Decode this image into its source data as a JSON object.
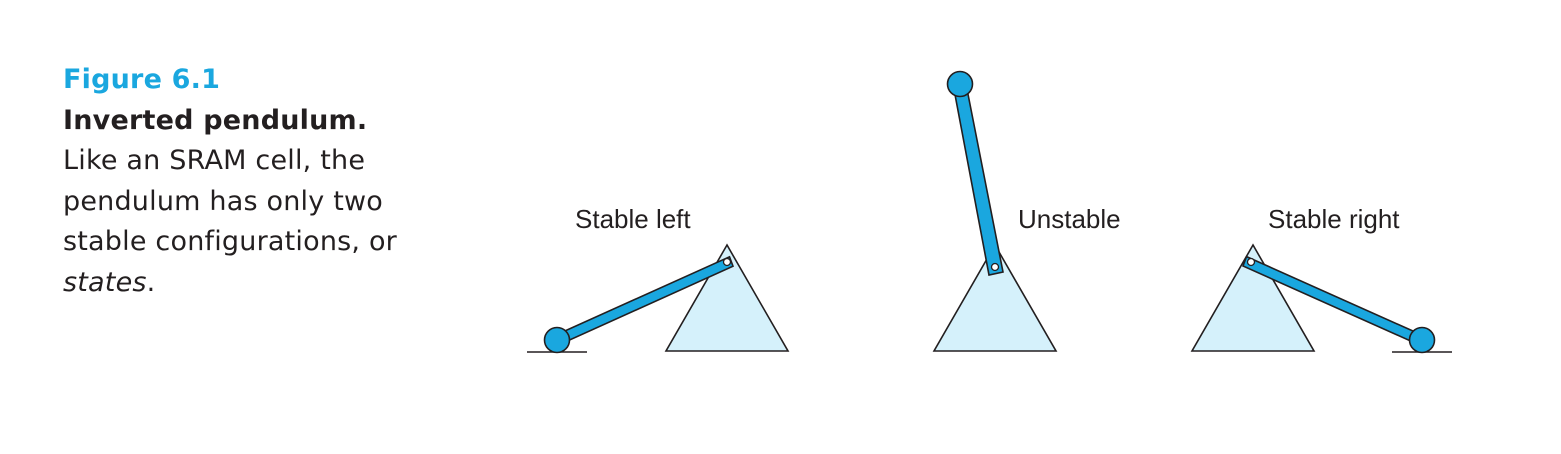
{
  "caption": {
    "figure_number": "Figure 6.1",
    "title": "Inverted pendulum.",
    "body": "Like an SRAM cell, the pendulum has only two stable configurations, or ",
    "italic_word": "states",
    "trailing": "."
  },
  "diagram": {
    "states": [
      {
        "label": "Stable left"
      },
      {
        "label": "Unstable"
      },
      {
        "label": "Stable right"
      }
    ]
  },
  "colors": {
    "accent": "#1aa7df",
    "triangle_fill": "#d5f1fb",
    "ink": "#231f20"
  }
}
